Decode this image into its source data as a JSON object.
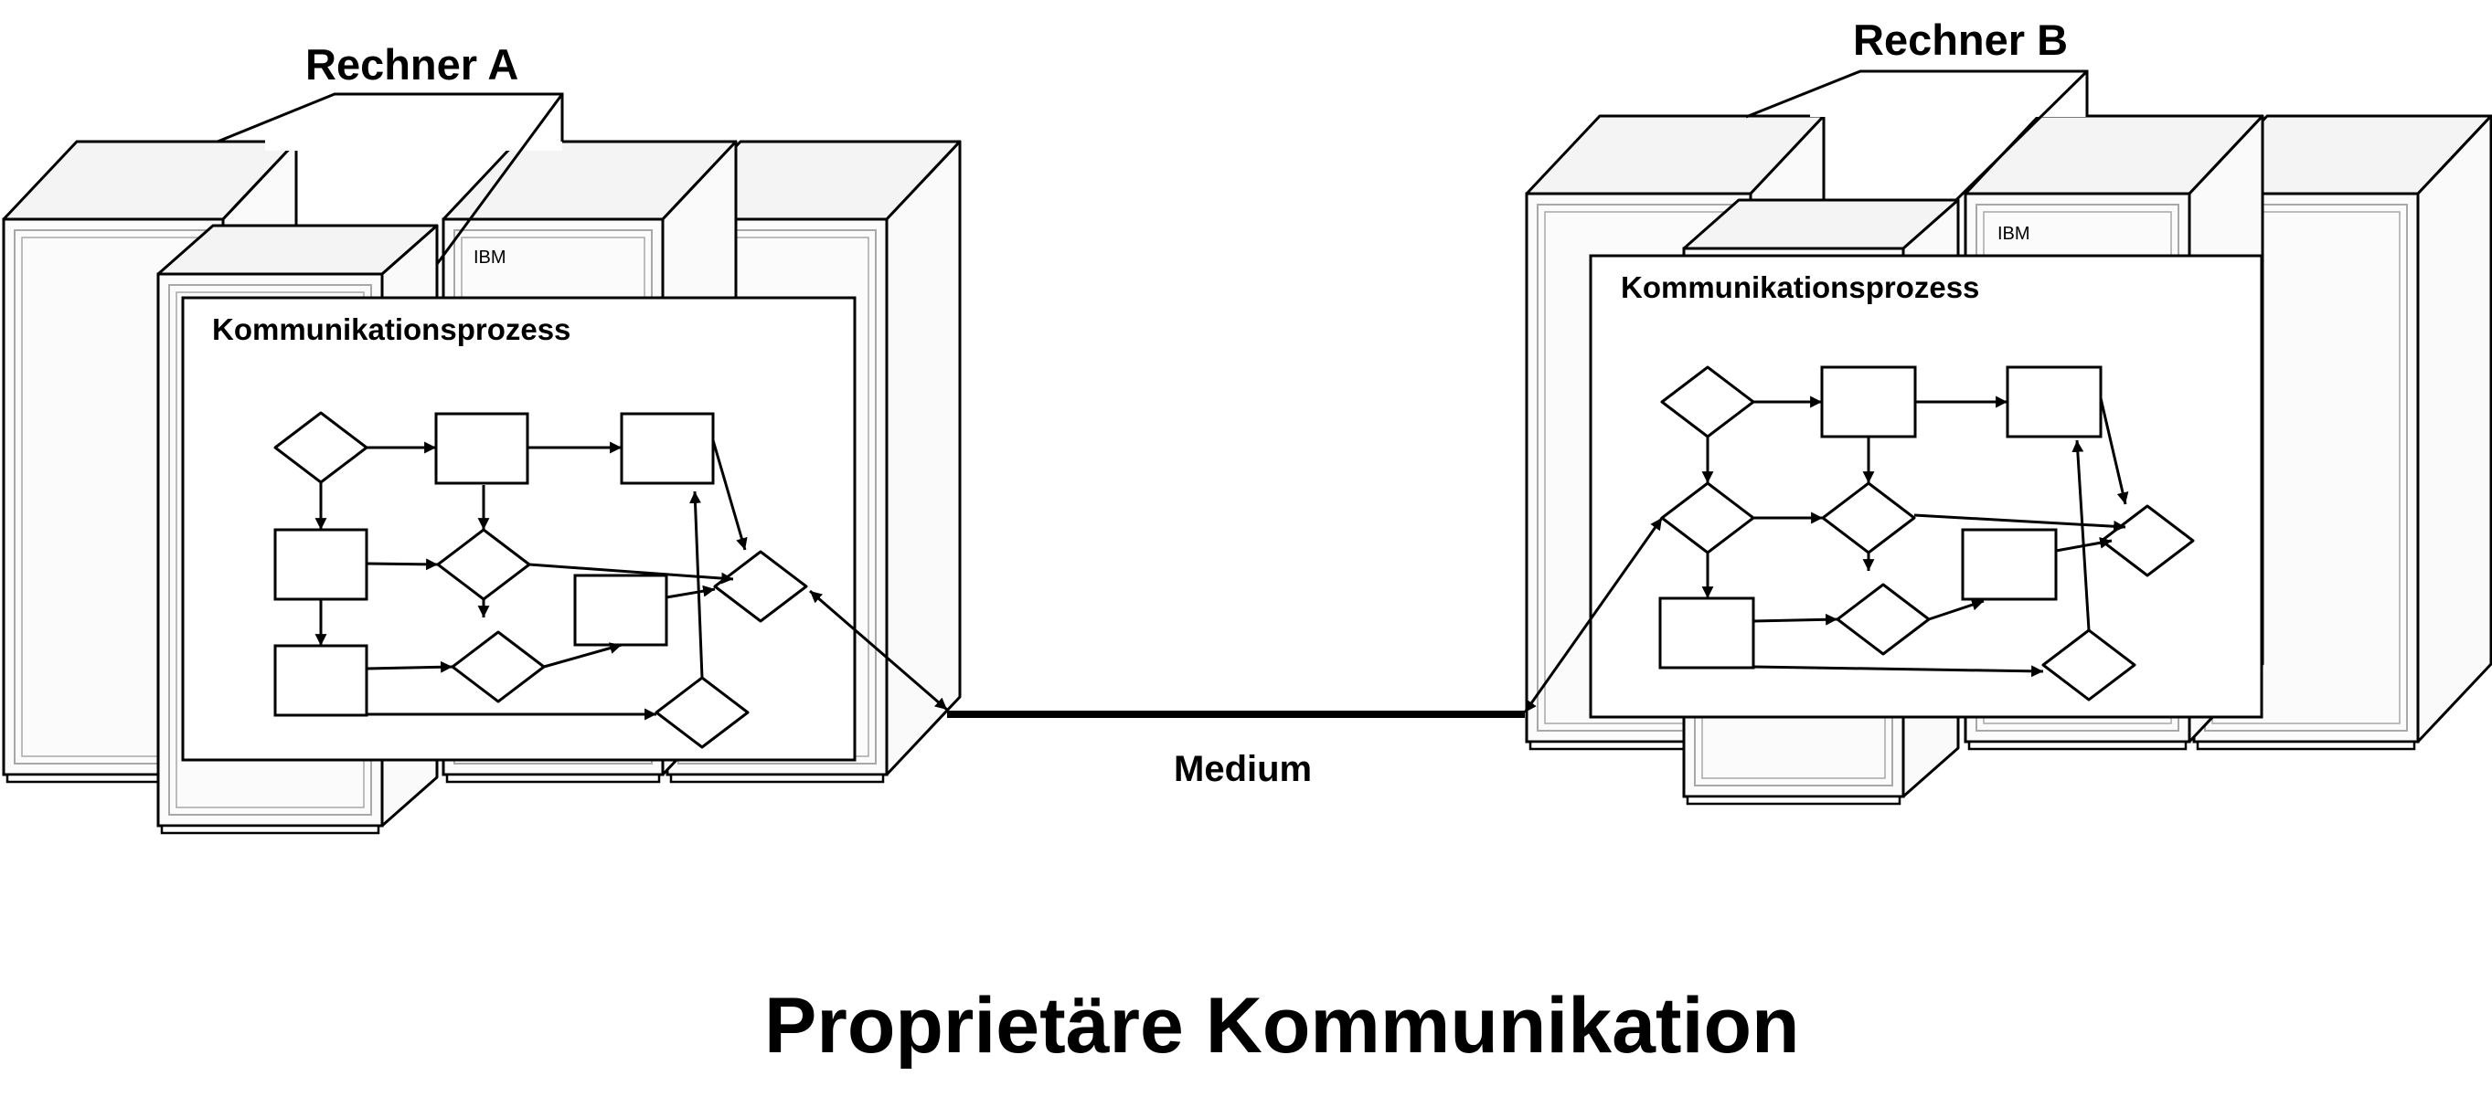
{
  "title": "Proprietäre  Kommunikation",
  "computer_a": {
    "label": "Rechner A",
    "brand": "IBM",
    "process_label": "Kommunikationsprozess"
  },
  "computer_b": {
    "label": "Rechner B",
    "brand": "IBM",
    "process_label": "Kommunikationsprozess"
  },
  "medium_label": "Medium",
  "colors": {
    "stroke": "#000000",
    "cabinet_top": "#f4f4f4",
    "cabinet_side": "#fafafa",
    "cabinet_front": "#fbfbfb",
    "panel_line": "#a8a8a8"
  }
}
